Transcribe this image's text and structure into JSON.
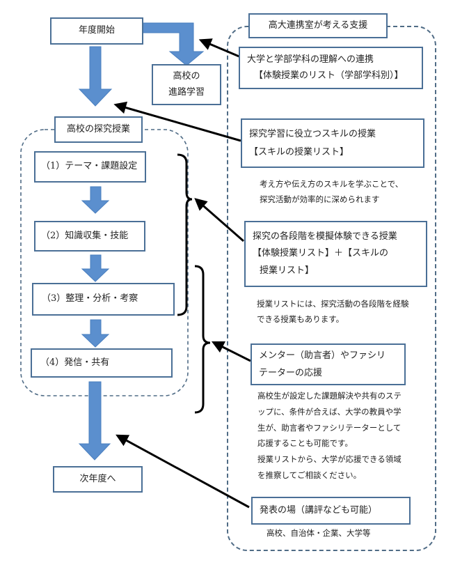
{
  "colors": {
    "box_border": "#4a6f96",
    "block_arrow": "#5b8fce",
    "dashed_border": "#4f6b85",
    "pointer_arrow": "#000000"
  },
  "left_flow": {
    "start": "年度開始",
    "career": [
      "高校の",
      "進路学習"
    ],
    "inquiry_title": "高校の探究授業",
    "steps": [
      "（1）テーマ・課題設定",
      "（2）知識収集・技能",
      "（3）整理・分析・考察",
      "（4）発信・共有"
    ],
    "end": "次年度へ"
  },
  "right_panel": {
    "title": "高大連携室が考える支援",
    "supports": [
      {
        "lines": [
          "大学と学部学科の理解への連携",
          "【体験授業のリスト（学部学科別）】"
        ],
        "note": []
      },
      {
        "lines": [
          "探究学習に役立つスキルの授業",
          "【スキルの授業リスト】"
        ],
        "note": [
          "考え方や伝え方のスキルを学ぶことで、",
          "探究活動が効率的に深められます"
        ]
      },
      {
        "lines": [
          "探究の各段階を模擬体験できる授業",
          "【体験授業リスト】＋【スキルの",
          "授業リスト】"
        ],
        "note": [
          "授業リストには、探究活動の各段階を経験",
          "できる授業もあります。"
        ]
      },
      {
        "lines": [
          "メンター（助言者）やファシリ",
          "テーターの応援"
        ],
        "note": [
          "高校生が設定した課題解決や共有のステ",
          "ップに、条件が合えば、大学の教員や学",
          "生が、助言者やファシリテーターとして",
          "応援することも可能です。",
          "授業リストから、大学が応援できる領域",
          "を推察してご相談ください。"
        ]
      },
      {
        "lines": [
          "発表の場（講評なども可能）"
        ],
        "note": [
          "高校、自治体・企業、大学等"
        ]
      }
    ]
  }
}
